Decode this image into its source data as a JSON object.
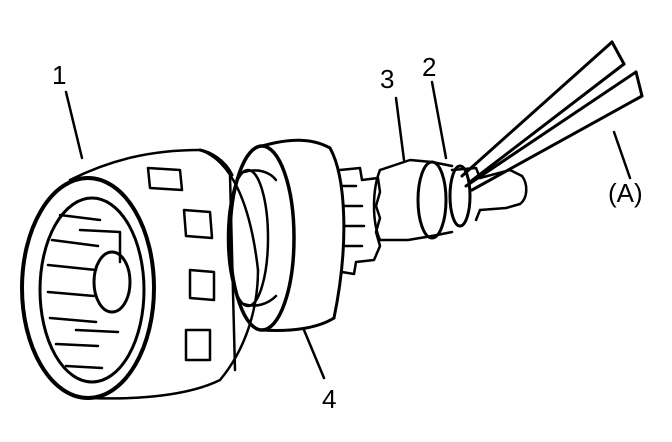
{
  "labels": {
    "part_1": "1",
    "part_2": "2",
    "part_3": "3",
    "part_4": "4",
    "tool_a": "(A)"
  },
  "colors": {
    "ink": "#000000",
    "paper": "#ffffff"
  }
}
